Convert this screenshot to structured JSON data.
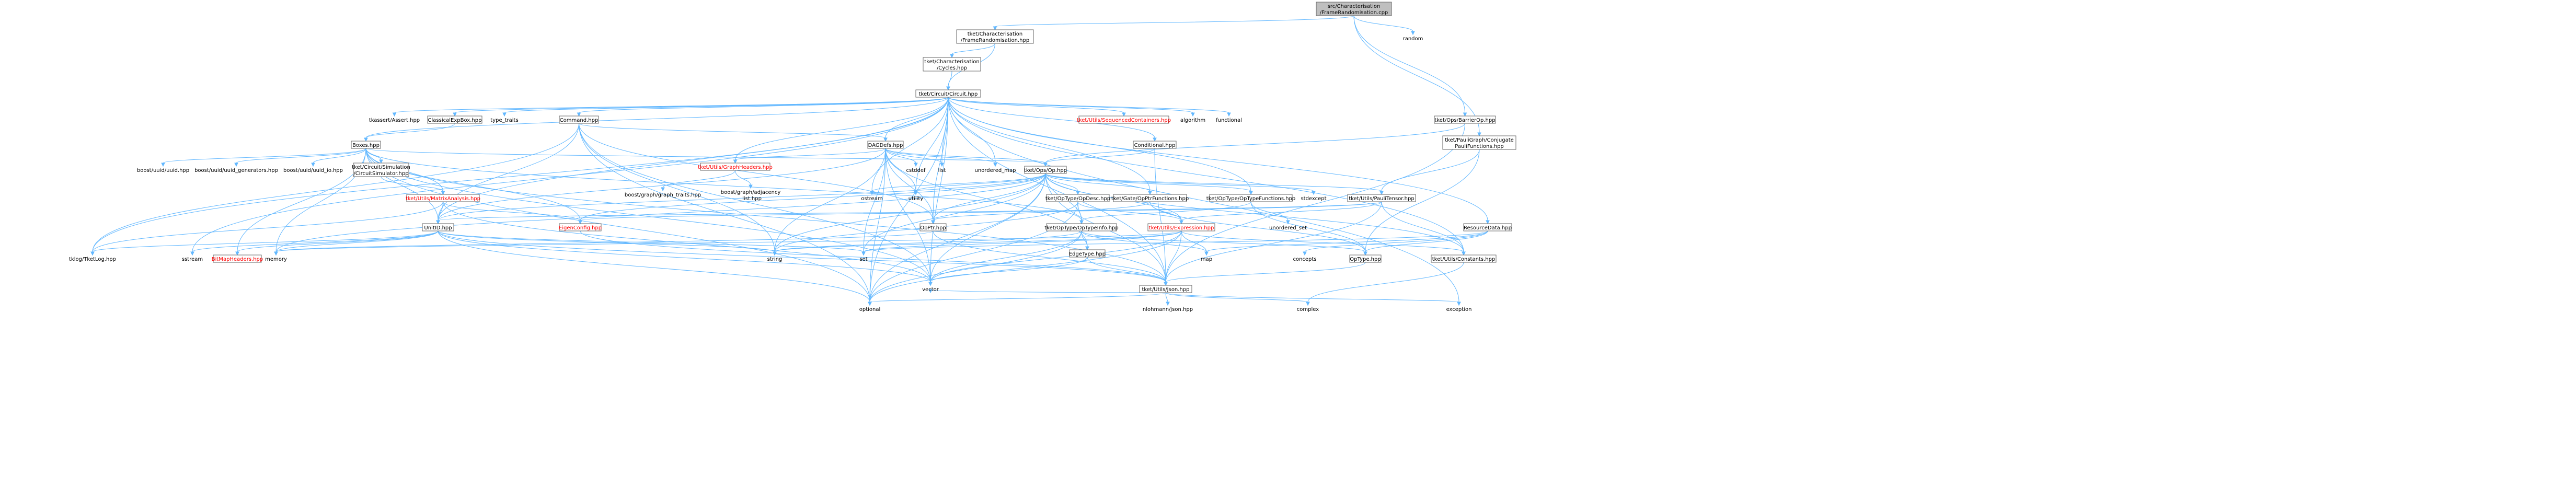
{
  "nodes": [
    {
      "id": "root",
      "lines": [
        "src/Characterisation",
        "/FrameRandomisation.cpp"
      ],
      "style": "root"
    },
    {
      "id": "frh",
      "lines": [
        "tket/Characterisation",
        "/FrameRandomisation.hpp"
      ],
      "style": "box"
    },
    {
      "id": "random",
      "lines": [
        "random"
      ],
      "style": "plain"
    },
    {
      "id": "barrier",
      "lines": [
        "tket/Ops/BarrierOp.hpp"
      ],
      "style": "box"
    },
    {
      "id": "pauliconj",
      "lines": [
        "tket/PauliGraph/Conjugate",
        "PauliFunctions.hpp"
      ],
      "style": "box"
    },
    {
      "id": "cycles",
      "lines": [
        "tket/Characterisation",
        "/Cycles.hpp"
      ],
      "style": "box"
    },
    {
      "id": "circuit",
      "lines": [
        "tket/Circuit/Circuit.hpp"
      ],
      "style": "box"
    },
    {
      "id": "assert",
      "lines": [
        "tkassert/Assert.hpp"
      ],
      "style": "plain"
    },
    {
      "id": "classicalexp",
      "lines": [
        "ClassicalExpBox.hpp"
      ],
      "style": "box"
    },
    {
      "id": "typetraits",
      "lines": [
        "type_traits"
      ],
      "style": "plain"
    },
    {
      "id": "command",
      "lines": [
        "Command.hpp"
      ],
      "style": "box"
    },
    {
      "id": "boxes",
      "lines": [
        "Boxes.hpp"
      ],
      "style": "box"
    },
    {
      "id": "seqcont",
      "lines": [
        "tket/Utils/SequencedContainers.hpp"
      ],
      "style": "red"
    },
    {
      "id": "algorithm",
      "lines": [
        "algorithm"
      ],
      "style": "plain"
    },
    {
      "id": "functional",
      "lines": [
        "functional"
      ],
      "style": "plain"
    },
    {
      "id": "dagdefs",
      "lines": [
        "DAGDefs.hpp"
      ],
      "style": "box"
    },
    {
      "id": "conditional",
      "lines": [
        "Conditional.hpp"
      ],
      "style": "box"
    },
    {
      "id": "uuid",
      "lines": [
        "boost/uuid/uuid.hpp"
      ],
      "style": "plain"
    },
    {
      "id": "uuidgen",
      "lines": [
        "boost/uuid/uuid_generators.hpp"
      ],
      "style": "plain"
    },
    {
      "id": "uuidio",
      "lines": [
        "boost/uuid/uuid_io.hpp"
      ],
      "style": "plain"
    },
    {
      "id": "circsim",
      "lines": [
        "tket/Circuit/Simulation",
        "/CircuitSimulator.hpp"
      ],
      "style": "box"
    },
    {
      "id": "graphhdr",
      "lines": [
        "tket/Utils/GraphHeaders.hpp"
      ],
      "style": "red"
    },
    {
      "id": "cstddef",
      "lines": [
        "cstddef"
      ],
      "style": "plain"
    },
    {
      "id": "list",
      "lines": [
        "list"
      ],
      "style": "plain"
    },
    {
      "id": "unordmap",
      "lines": [
        "unordered_map"
      ],
      "style": "plain"
    },
    {
      "id": "opsop",
      "lines": [
        "tket/Ops/Op.hpp"
      ],
      "style": "box"
    },
    {
      "id": "graphtraits",
      "lines": [
        "boost/graph/graph_traits.hpp"
      ],
      "style": "plain"
    },
    {
      "id": "adjlist",
      "lines": [
        "boost/graph/adjacency",
        "_list.hpp"
      ],
      "style": "plain"
    },
    {
      "id": "matrixanalysis",
      "lines": [
        "tket/Utils/MatrixAnalysis.hpp"
      ],
      "style": "red"
    },
    {
      "id": "ostream",
      "lines": [
        "ostream"
      ],
      "style": "plain"
    },
    {
      "id": "utility",
      "lines": [
        "utility"
      ],
      "style": "plain"
    },
    {
      "id": "opdesc",
      "lines": [
        "tket/OpType/OpDesc.hpp"
      ],
      "style": "box"
    },
    {
      "id": "gateop",
      "lines": [
        "tket/Gate/OpPtrFunctions.hpp"
      ],
      "style": "box"
    },
    {
      "id": "optypefunc",
      "lines": [
        "tket/OpType/OpTypeFunctions.hpp"
      ],
      "style": "box"
    },
    {
      "id": "stdexcept",
      "lines": [
        "stdexcept"
      ],
      "style": "plain"
    },
    {
      "id": "paulitensor",
      "lines": [
        "tket/Utils/PauliTensor.hpp"
      ],
      "style": "box"
    },
    {
      "id": "unitid",
      "lines": [
        "UnitID.hpp"
      ],
      "style": "box"
    },
    {
      "id": "eigenconfig",
      "lines": [
        "EigenConfig.hpp"
      ],
      "style": "red"
    },
    {
      "id": "opptr",
      "lines": [
        "OpPtr.hpp"
      ],
      "style": "box"
    },
    {
      "id": "optypeinfo",
      "lines": [
        "tket/OpType/OpTypeInfo.hpp"
      ],
      "style": "box"
    },
    {
      "id": "expression",
      "lines": [
        "tket/Utils/Expression.hpp"
      ],
      "style": "red"
    },
    {
      "id": "unordset",
      "lines": [
        "unordered_set"
      ],
      "style": "plain"
    },
    {
      "id": "resourcedata",
      "lines": [
        "ResourceData.hpp"
      ],
      "style": "box"
    },
    {
      "id": "tketlog",
      "lines": [
        "tklog/TketLog.hpp"
      ],
      "style": "plain"
    },
    {
      "id": "sstream",
      "lines": [
        "sstream"
      ],
      "style": "plain"
    },
    {
      "id": "bitmap",
      "lines": [
        "BitMapHeaders.hpp"
      ],
      "style": "red"
    },
    {
      "id": "memory",
      "lines": [
        "memory"
      ],
      "style": "plain"
    },
    {
      "id": "string",
      "lines": [
        "string"
      ],
      "style": "plain"
    },
    {
      "id": "set",
      "lines": [
        "set"
      ],
      "style": "plain"
    },
    {
      "id": "edgetype",
      "lines": [
        "EdgeType.hpp"
      ],
      "style": "box"
    },
    {
      "id": "map",
      "lines": [
        "map"
      ],
      "style": "plain"
    },
    {
      "id": "concepts",
      "lines": [
        "concepts"
      ],
      "style": "plain"
    },
    {
      "id": "optype",
      "lines": [
        "OpType.hpp"
      ],
      "style": "box"
    },
    {
      "id": "constants",
      "lines": [
        "tket/Utils/Constants.hpp"
      ],
      "style": "box"
    },
    {
      "id": "vector",
      "lines": [
        "vector"
      ],
      "style": "plain"
    },
    {
      "id": "json",
      "lines": [
        "tket/Utils/Json.hpp"
      ],
      "style": "box"
    },
    {
      "id": "optional",
      "lines": [
        "optional"
      ],
      "style": "plain"
    },
    {
      "id": "complex",
      "lines": [
        "complex"
      ],
      "style": "plain"
    },
    {
      "id": "exception",
      "lines": [
        "exception"
      ],
      "style": "plain"
    },
    {
      "id": "nlohmann",
      "lines": [
        "nlohmann/json.hpp"
      ],
      "style": "plain"
    }
  ],
  "edges": [
    [
      "root",
      "frh"
    ],
    [
      "root",
      "random"
    ],
    [
      "root",
      "barrier"
    ],
    [
      "root",
      "pauliconj"
    ],
    [
      "frh",
      "cycles"
    ],
    [
      "frh",
      "circuit"
    ],
    [
      "cycles",
      "circuit"
    ],
    [
      "barrier",
      "opsop"
    ],
    [
      "barrier",
      "json"
    ],
    [
      "pauliconj",
      "paulitensor"
    ],
    [
      "pauliconj",
      "optype"
    ],
    [
      "circuit",
      "assert"
    ],
    [
      "circuit",
      "classicalexp"
    ],
    [
      "circuit",
      "typetraits"
    ],
    [
      "circuit",
      "command"
    ],
    [
      "circuit",
      "boxes"
    ],
    [
      "circuit",
      "seqcont"
    ],
    [
      "circuit",
      "algorithm"
    ],
    [
      "circuit",
      "functional"
    ],
    [
      "circuit",
      "dagdefs"
    ],
    [
      "circuit",
      "conditional"
    ],
    [
      "circuit",
      "graphhdr"
    ],
    [
      "circuit",
      "list"
    ],
    [
      "circuit",
      "unordmap"
    ],
    [
      "circuit",
      "ostream"
    ],
    [
      "circuit",
      "utility"
    ],
    [
      "circuit",
      "gateop"
    ],
    [
      "circuit",
      "optypefunc"
    ],
    [
      "circuit",
      "tketlog"
    ],
    [
      "circuit",
      "sstream"
    ],
    [
      "circuit",
      "vector"
    ],
    [
      "circuit",
      "exception"
    ],
    [
      "circuit",
      "optional"
    ],
    [
      "circuit",
      "unitid"
    ],
    [
      "circuit",
      "resourcedata"
    ],
    [
      "circuit",
      "constants"
    ],
    [
      "circuit",
      "json"
    ],
    [
      "circuit",
      "opptr"
    ],
    [
      "classicalexp",
      "boxes"
    ],
    [
      "command",
      "dagdefs"
    ],
    [
      "command",
      "unitid"
    ],
    [
      "command",
      "opptr"
    ],
    [
      "command",
      "tketlog"
    ],
    [
      "command",
      "string"
    ],
    [
      "command",
      "optional"
    ],
    [
      "command",
      "vector"
    ],
    [
      "boxes",
      "uuid"
    ],
    [
      "boxes",
      "uuidgen"
    ],
    [
      "boxes",
      "uuidio"
    ],
    [
      "boxes",
      "circsim"
    ],
    [
      "boxes",
      "matrixanalysis"
    ],
    [
      "boxes",
      "opsop"
    ],
    [
      "boxes",
      "unitid"
    ],
    [
      "boxes",
      "eigenconfig"
    ],
    [
      "boxes",
      "optypeinfo"
    ],
    [
      "boxes",
      "json"
    ],
    [
      "boxes",
      "memory"
    ],
    [
      "boxes",
      "optional"
    ],
    [
      "boxes",
      "vector"
    ],
    [
      "boxes",
      "bitmap"
    ],
    [
      "circsim",
      "matrixanalysis"
    ],
    [
      "dagdefs",
      "graphhdr"
    ],
    [
      "dagdefs",
      "opsop"
    ],
    [
      "dagdefs",
      "cstddef"
    ],
    [
      "dagdefs",
      "list"
    ],
    [
      "dagdefs",
      "unordmap"
    ],
    [
      "dagdefs",
      "utility"
    ],
    [
      "dagdefs",
      "edgetype"
    ],
    [
      "dagdefs",
      "unitid"
    ],
    [
      "dagdefs",
      "vector"
    ],
    [
      "dagdefs",
      "set"
    ],
    [
      "dagdefs",
      "string"
    ],
    [
      "dagdefs",
      "optional"
    ],
    [
      "dagdefs",
      "opptr"
    ],
    [
      "conditional",
      "opsop"
    ],
    [
      "conditional",
      "json"
    ],
    [
      "graphhdr",
      "graphtraits"
    ],
    [
      "graphhdr",
      "adjlist"
    ],
    [
      "matrixanalysis",
      "eigenconfig"
    ],
    [
      "matrixanalysis",
      "unitid"
    ],
    [
      "matrixanalysis",
      "tketlog"
    ],
    [
      "matrixanalysis",
      "vector"
    ],
    [
      "opsop",
      "ostream"
    ],
    [
      "opsop",
      "utility"
    ],
    [
      "opsop",
      "opdesc"
    ],
    [
      "opsop",
      "gateop"
    ],
    [
      "opsop",
      "optypefunc"
    ],
    [
      "opsop",
      "stdexcept"
    ],
    [
      "opsop",
      "paulitensor"
    ],
    [
      "opsop",
      "unitid"
    ],
    [
      "opsop",
      "eigenconfig"
    ],
    [
      "opsop",
      "opptr"
    ],
    [
      "opsop",
      "optypeinfo"
    ],
    [
      "opsop",
      "expression"
    ],
    [
      "opsop",
      "constants"
    ],
    [
      "opsop",
      "json"
    ],
    [
      "opsop",
      "memory"
    ],
    [
      "opsop",
      "string"
    ],
    [
      "opsop",
      "optional"
    ],
    [
      "opsop",
      "set"
    ],
    [
      "opsop",
      "vector"
    ],
    [
      "opdesc",
      "optypeinfo"
    ],
    [
      "opdesc",
      "expression"
    ],
    [
      "opdesc",
      "optional"
    ],
    [
      "opdesc",
      "string"
    ],
    [
      "gateop",
      "opptr"
    ],
    [
      "gateop",
      "expression"
    ],
    [
      "gateop",
      "optype"
    ],
    [
      "optypefunc",
      "optype"
    ],
    [
      "optypefunc",
      "unordset"
    ],
    [
      "optypefunc",
      "optypeinfo"
    ],
    [
      "paulitensor",
      "unitid"
    ],
    [
      "paulitensor",
      "expression"
    ],
    [
      "paulitensor",
      "constants"
    ],
    [
      "paulitensor",
      "json"
    ],
    [
      "paulitensor",
      "eigenconfig"
    ],
    [
      "unitid",
      "tketlog"
    ],
    [
      "unitid",
      "sstream"
    ],
    [
      "unitid",
      "bitmap"
    ],
    [
      "unitid",
      "memory"
    ],
    [
      "unitid",
      "string"
    ],
    [
      "unitid",
      "json"
    ],
    [
      "unitid",
      "optional"
    ],
    [
      "unitid",
      "vector"
    ],
    [
      "unitid",
      "set"
    ],
    [
      "eigenconfig",
      "json"
    ],
    [
      "opptr",
      "memory"
    ],
    [
      "opptr",
      "json"
    ],
    [
      "optypeinfo",
      "edgetype"
    ],
    [
      "optypeinfo",
      "optype"
    ],
    [
      "optypeinfo",
      "map"
    ],
    [
      "optypeinfo",
      "string"
    ],
    [
      "optypeinfo",
      "optional"
    ],
    [
      "optypeinfo",
      "vector"
    ],
    [
      "expression",
      "constants"
    ],
    [
      "expression",
      "json"
    ],
    [
      "expression",
      "set"
    ],
    [
      "expression",
      "map"
    ],
    [
      "expression",
      "string"
    ],
    [
      "expression",
      "optional"
    ],
    [
      "expression",
      "vector"
    ],
    [
      "expression",
      "memory"
    ],
    [
      "resourcedata",
      "optype"
    ],
    [
      "resourcedata",
      "concepts"
    ],
    [
      "resourcedata",
      "map"
    ],
    [
      "resourcedata",
      "set"
    ],
    [
      "edgetype",
      "json"
    ],
    [
      "edgetype",
      "vector"
    ],
    [
      "optype",
      "json"
    ],
    [
      "constants",
      "complex"
    ],
    [
      "json",
      "nlohmann"
    ],
    [
      "json",
      "complex"
    ],
    [
      "json",
      "optional"
    ],
    [
      "json",
      "exception"
    ],
    [
      "json",
      "vector"
    ]
  ]
}
